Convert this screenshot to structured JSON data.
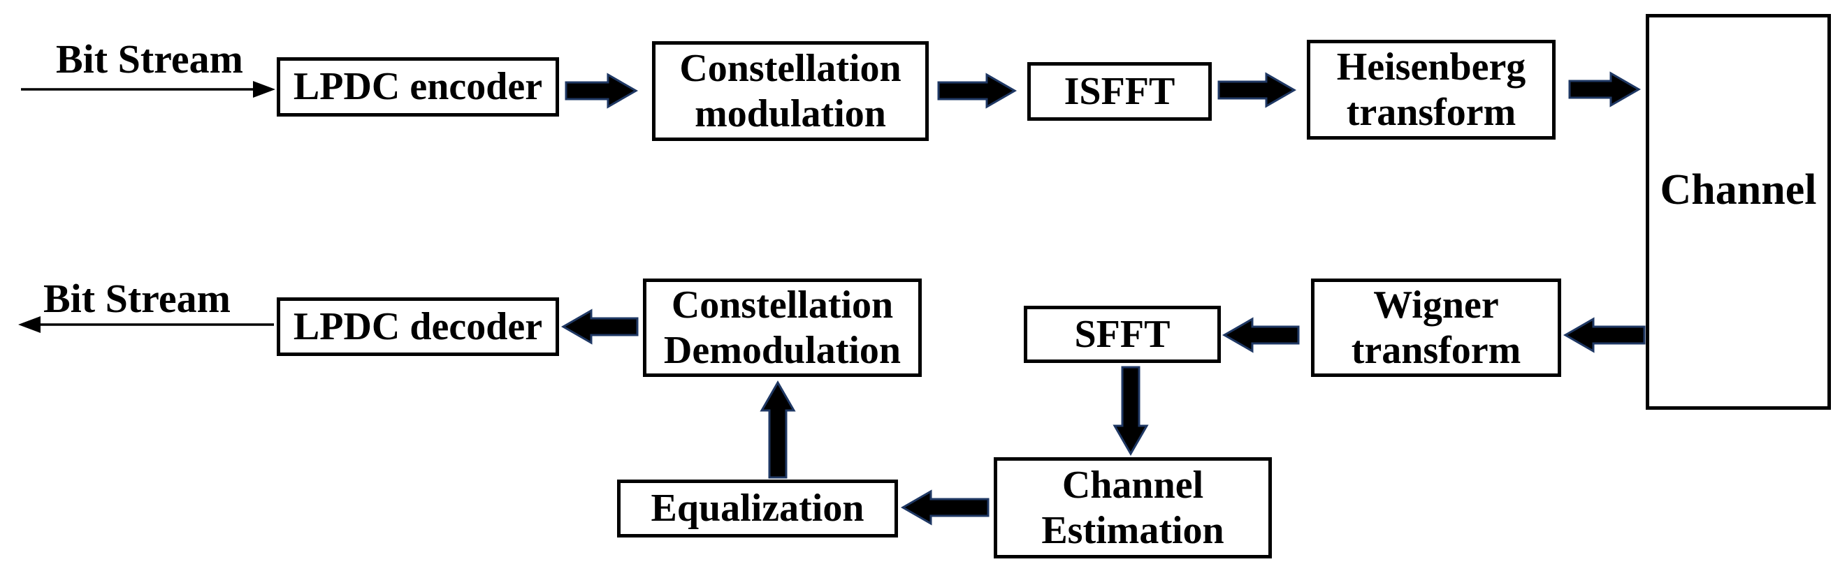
{
  "diagram": {
    "type": "block-flow-diagram",
    "background": "#ffffff",
    "colors": {
      "box_fill": "#ffffff",
      "box_border": "#000000",
      "text": "#000000",
      "thick_arrow_fill": "#000000",
      "thick_arrow_outline": "#1f3864",
      "thin_arrow": "#000000"
    },
    "labels": {
      "bit_stream_in": "Bit Stream",
      "bit_stream_out": "Bit Stream"
    },
    "nodes": {
      "lpdc_encoder": {
        "label": "LPDC encoder"
      },
      "constellation_modulation": {
        "label": "Constellation\nmodulation"
      },
      "isfft": {
        "label": "ISFFT"
      },
      "heisenberg_transform": {
        "label": "Heisenberg\ntransform"
      },
      "channel": {
        "label": "Channel"
      },
      "wigner_transform": {
        "label": "Wigner\ntransform"
      },
      "sfft": {
        "label": "SFFT"
      },
      "channel_estimation": {
        "label": "Channel\nEstimation"
      },
      "equalization": {
        "label": "Equalization"
      },
      "constellation_demodulation": {
        "label": "Constellation\nDemodulation"
      },
      "lpdc_decoder": {
        "label": "LPDC decoder"
      }
    },
    "connections": [
      {
        "from": "bit_stream_in",
        "to": "lpdc_encoder",
        "style": "thin-arrow",
        "direction": "right"
      },
      {
        "from": "lpdc_encoder",
        "to": "constellation_modulation",
        "style": "thick-arrow",
        "direction": "right"
      },
      {
        "from": "constellation_modulation",
        "to": "isfft",
        "style": "thick-arrow",
        "direction": "right"
      },
      {
        "from": "isfft",
        "to": "heisenberg_transform",
        "style": "thick-arrow",
        "direction": "right"
      },
      {
        "from": "heisenberg_transform",
        "to": "channel",
        "style": "thick-arrow",
        "direction": "right"
      },
      {
        "from": "channel",
        "to": "wigner_transform",
        "style": "thick-arrow",
        "direction": "left"
      },
      {
        "from": "wigner_transform",
        "to": "sfft",
        "style": "thick-arrow",
        "direction": "left"
      },
      {
        "from": "sfft",
        "to": "channel_estimation",
        "style": "thick-arrow",
        "direction": "down"
      },
      {
        "from": "channel_estimation",
        "to": "equalization",
        "style": "thick-arrow",
        "direction": "left"
      },
      {
        "from": "equalization",
        "to": "constellation_demodulation",
        "style": "thick-arrow",
        "direction": "up"
      },
      {
        "from": "constellation_demodulation",
        "to": "lpdc_decoder",
        "style": "thick-arrow",
        "direction": "left"
      },
      {
        "from": "lpdc_decoder",
        "to": "bit_stream_out",
        "style": "thin-arrow",
        "direction": "left"
      }
    ]
  }
}
